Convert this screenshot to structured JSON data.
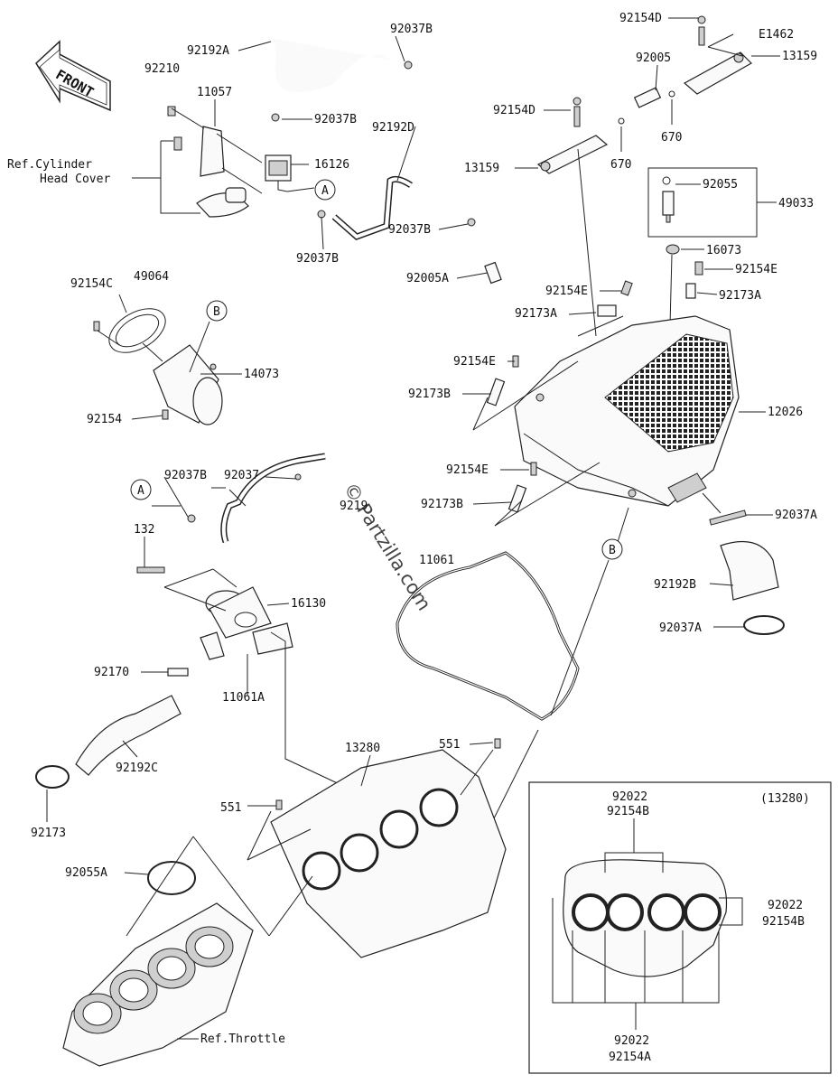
{
  "watermark": "© Partzilla.com",
  "front_label": "FRONT",
  "refs": {
    "cylinder_head_cover_line1": "Ref.Cylinder",
    "cylinder_head_cover_line2": "Head Cover",
    "throttle": "Ref.Throttle"
  },
  "callouts": {
    "a_marker": "A",
    "b_marker": "B",
    "inset_ref": "(13280)"
  },
  "labels": {
    "p92192A": "92192A",
    "p92037B_top": "92037B",
    "p92210": "92210",
    "p11057": "11057",
    "p92037B_b": "92037B",
    "p16126": "16126",
    "p92192D": "92192D",
    "p92037B_c": "92037B",
    "p92037B_d": "92037B",
    "p92005A": "92005A",
    "p92154D_top": "92154D",
    "pE1462": "E1462",
    "p13159_right": "13159",
    "p92005": "92005",
    "p92154D_mid": "92154D",
    "p670_a": "670",
    "p670_b": "670",
    "p13159_left": "13159",
    "p92055": "92055",
    "p49033": "49033",
    "p16073": "16073",
    "p92154E_a": "92154E",
    "p92173A_a": "92173A",
    "p92154E_b": "92154E",
    "p92173A_b": "92173A",
    "p92154E_c": "92154E",
    "p92173B_a": "92173B",
    "p12026": "12026",
    "p92154E_d": "92154E",
    "p92173B_b": "92173B",
    "p92037A_a": "92037A",
    "p92192B": "92192B",
    "p92037A_b": "92037A",
    "p92154C": "92154C",
    "p49064": "49064",
    "p14073": "14073",
    "p92154": "92154",
    "p92037B_e": "92037B",
    "p92037": "92037",
    "p92192_partial": "9219",
    "p132": "132",
    "p16130": "16130",
    "p11061_partial": "11061",
    "p92170": "92170",
    "p11061A": "11061A",
    "p92192C": "92192C",
    "p13280": "13280",
    "p551_a": "551",
    "p551_b": "551",
    "p92173": "92173",
    "p92055A": "92055A",
    "inset_92022_top": "92022",
    "inset_92154B_top": "92154B",
    "inset_92022_right": "92022",
    "inset_92154B_right": "92154B",
    "inset_92022_bottom": "92022",
    "inset_92154A_bottom": "92154A"
  }
}
